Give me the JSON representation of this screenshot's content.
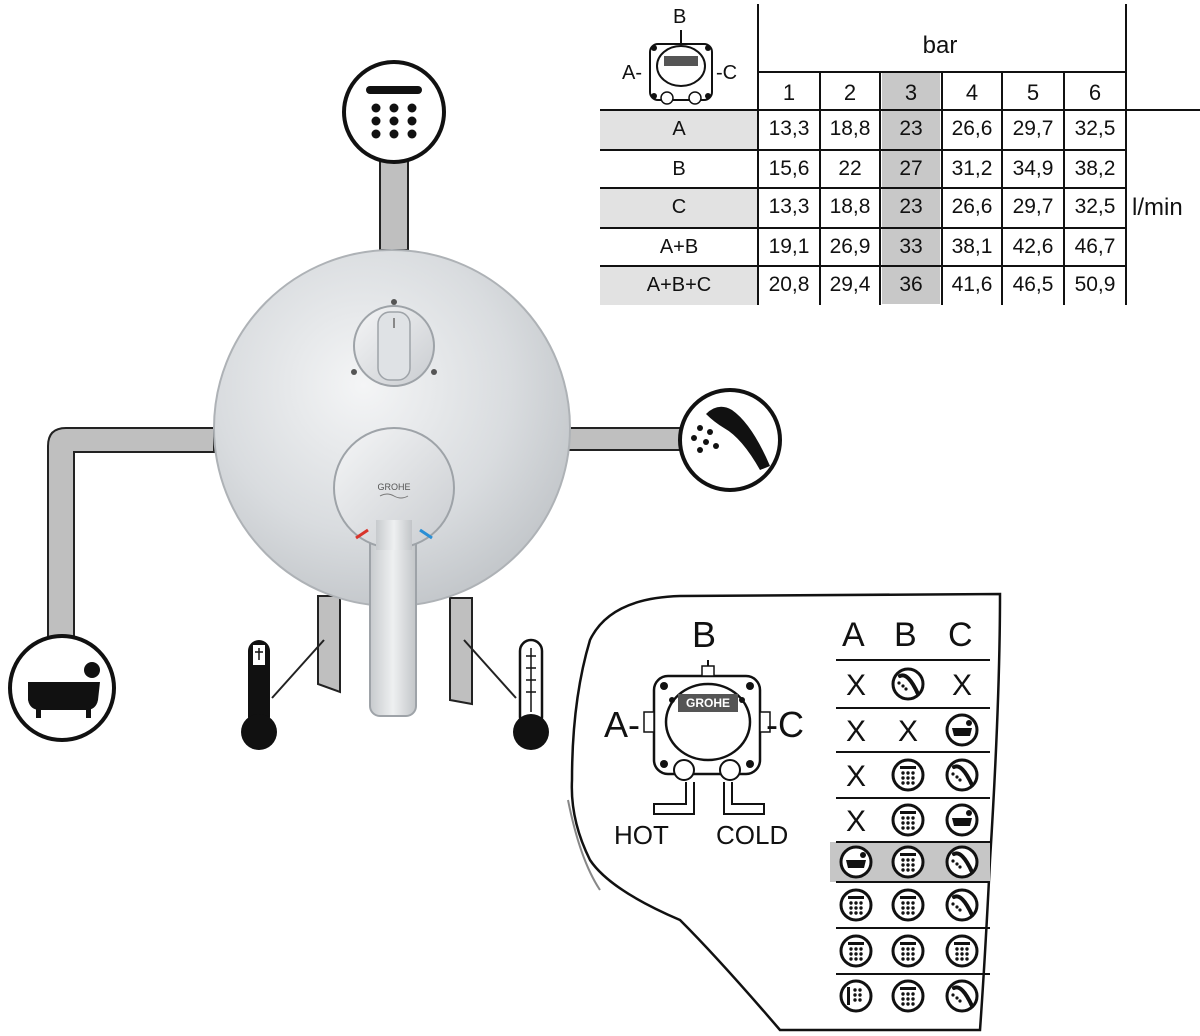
{
  "flow_table": {
    "pressure_unit": "bar",
    "flow_unit": "l/min",
    "columns": [
      "1",
      "2",
      "3",
      "4",
      "5",
      "6"
    ],
    "highlighted_column": "3",
    "rows": [
      {
        "outlet": "A",
        "values": [
          "13,3",
          "18,8",
          "23",
          "26,6",
          "29,7",
          "32,5"
        ]
      },
      {
        "outlet": "B",
        "values": [
          "15,6",
          "22",
          "27",
          "31,2",
          "34,9",
          "38,2"
        ]
      },
      {
        "outlet": "C",
        "values": [
          "13,3",
          "18,8",
          "23",
          "26,6",
          "29,7",
          "32,5"
        ]
      },
      {
        "outlet": "A+B",
        "values": [
          "19,1",
          "26,9",
          "33",
          "38,1",
          "42,6",
          "46,7"
        ]
      },
      {
        "outlet": "A+B+C",
        "values": [
          "20,8",
          "29,4",
          "36",
          "41,6",
          "46,5",
          "50,9"
        ]
      }
    ],
    "mini_diagram": {
      "top": "B",
      "left": "A-",
      "right": "-C"
    }
  },
  "valve": {
    "brand": "GROHE",
    "outlets": {
      "top": "overhead-shower-icon",
      "right": "hand-shower-icon",
      "left": "bathtub-icon"
    },
    "hot_icon": "thermometer-hot-icon",
    "cold_icon": "thermometer-cold-icon"
  },
  "diverter_panel": {
    "port_top": "B",
    "port_left": "A-",
    "port_right": "-C",
    "brand": "GROHE",
    "hot_label": "HOT",
    "cold_label": "COLD",
    "column_heads": [
      "A",
      "B",
      "C"
    ],
    "highlighted_row": 5,
    "combinations": [
      [
        "X",
        "hand-shower-icon",
        "X"
      ],
      [
        "X",
        "X",
        "bathtub-icon"
      ],
      [
        "X",
        "overhead-shower-icon",
        "hand-shower-icon"
      ],
      [
        "X",
        "overhead-shower-icon",
        "bathtub-icon"
      ],
      [
        "bathtub-icon",
        "overhead-shower-icon",
        "hand-shower-icon"
      ],
      [
        "overhead-shower-icon",
        "overhead-shower-icon",
        "hand-shower-icon"
      ],
      [
        "overhead-shower-icon",
        "overhead-shower-icon",
        "overhead-shower-icon"
      ],
      [
        "side-spray-icon",
        "overhead-shower-icon",
        "hand-shower-icon"
      ]
    ]
  }
}
